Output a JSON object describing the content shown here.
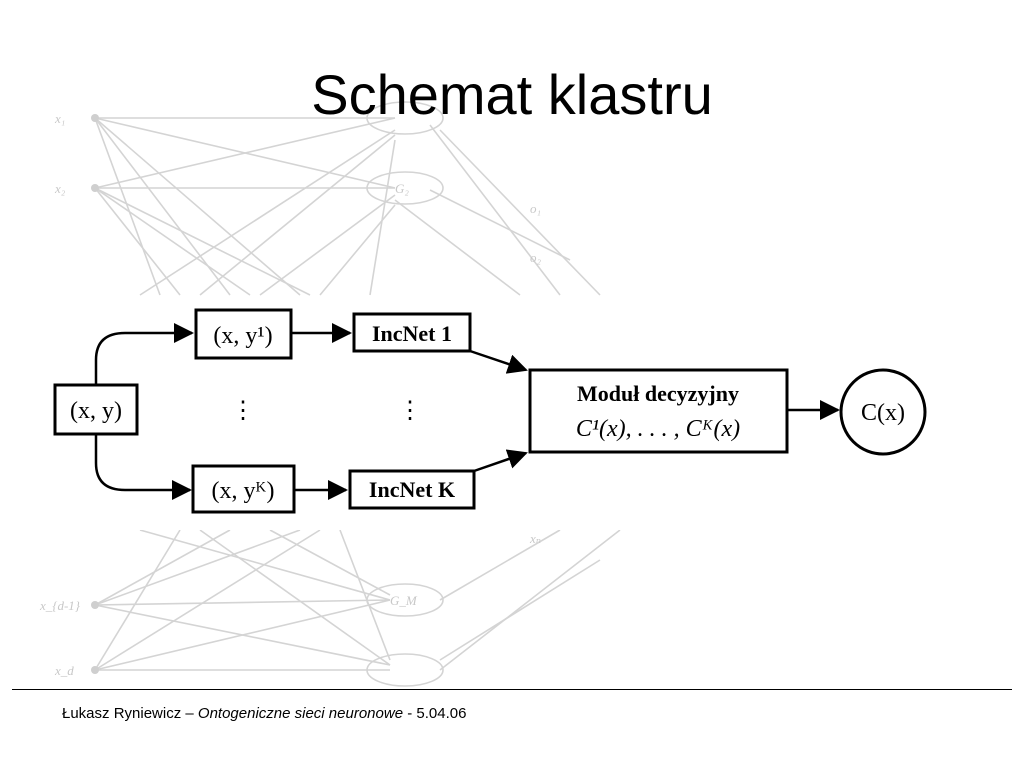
{
  "slide": {
    "title": "Schemat klastru"
  },
  "diagram": {
    "input_box": "(x, y)",
    "top_branch_box": "(x, y¹)",
    "bottom_branch_box": "(x, yᴷ)",
    "incnet_top": "IncNet 1",
    "incnet_bottom": "IncNet K",
    "decision_module_title": "Moduł decyzyjny",
    "decision_module_formula": "C¹(x), . . . , Cᴷ(x)",
    "output_node": "C(x)",
    "vertical_ellipsis": "⋮"
  },
  "background_net": {
    "labels": [
      "x₁",
      "x₂",
      "G₂",
      "o₁",
      "o₂",
      "xₙ",
      "G_M",
      "x_{d-1}",
      "x_d"
    ]
  },
  "footer": {
    "author": "Łukasz Ryniewicz",
    "dash": " – ",
    "title": "Ontogeniczne sieci neuronowe",
    "date": " - 5.04.06"
  }
}
